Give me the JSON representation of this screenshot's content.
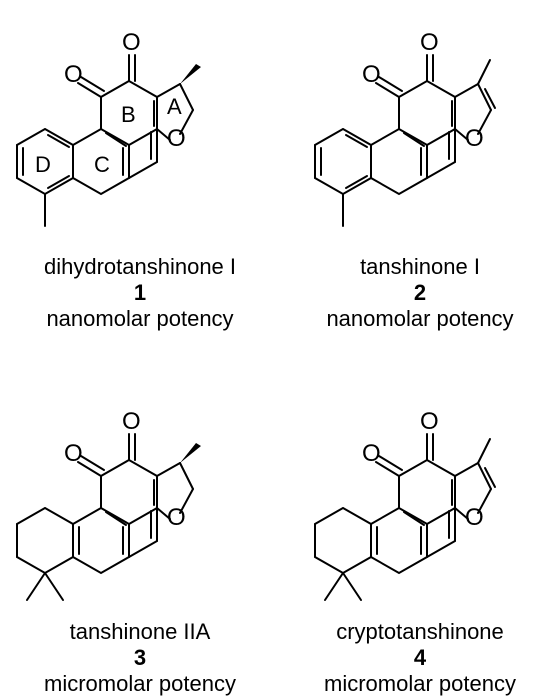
{
  "compounds": [
    {
      "name": "dihydrotanshinone I",
      "number": "1",
      "potency": "nanomolar potency"
    },
    {
      "name": "tanshinone I",
      "number": "2",
      "potency": "nanomolar potency"
    },
    {
      "name": "tanshinone IIA",
      "number": "3",
      "potency": "micromolar potency"
    },
    {
      "name": "cryptotanshinone",
      "number": "4",
      "potency": "micromolar potency"
    }
  ],
  "atom_labels": {
    "oxygen": "O"
  },
  "ring_labels": {
    "A": "A",
    "B": "B",
    "C": "C",
    "D": "D"
  }
}
